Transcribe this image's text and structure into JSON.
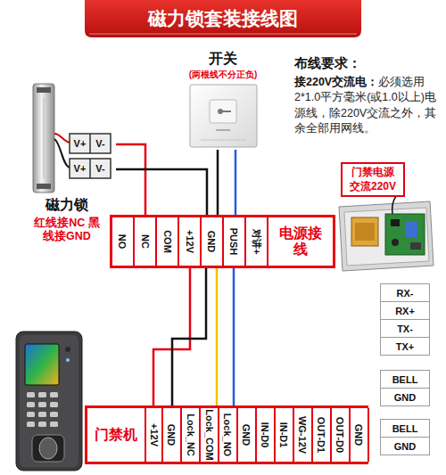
{
  "diagram": {
    "title": "磁力锁套装接线图",
    "nodes": [
      {
        "text": [
          "磁力锁",
          "红线接NC 黑线接GND"
        ]
      },
      {
        "text": [
          "开关",
          "(两根线不分正负)"
        ]
      },
      {
        "text": [
          "门禁电源 交流220V"
        ]
      },
      {
        "text": [
          "电源接线"
        ]
      },
      {
        "text": [
          "NO"
        ],
        "in": 3
      },
      {
        "text": [
          "NC"
        ],
        "in": 3
      },
      {
        "text": [
          "COM"
        ],
        "in": 3
      },
      {
        "text": [
          "+12V"
        ],
        "in": 3
      },
      {
        "text": [
          "GND"
        ],
        "in": 3
      },
      {
        "text": [
          "PUSH"
        ],
        "in": 3
      },
      {
        "text": [
          "对讲+"
        ],
        "in": 3
      },
      {
        "text": [
          "RX-"
        ]
      },
      {
        "text": [
          "RX+"
        ]
      },
      {
        "text": [
          "TX-"
        ]
      },
      {
        "text": [
          "TX+"
        ]
      },
      {
        "text": [
          "BELL"
        ]
      },
      {
        "text": [
          "GND"
        ]
      },
      {
        "text": [
          "BELL"
        ]
      },
      {
        "text": [
          "GND"
        ]
      },
      {
        "text": [
          "门禁机"
        ]
      },
      {
        "text": [
          "+12V"
        ],
        "in": 19
      },
      {
        "text": [
          "GND"
        ],
        "in": 19
      },
      {
        "text": [
          "Lock_NC"
        ],
        "in": 19
      },
      {
        "text": [
          "Lock_COM"
        ],
        "in": 19
      },
      {
        "text": [
          "Lock_NO"
        ],
        "in": 19
      },
      {
        "text": [
          "GND"
        ],
        "in": 19
      },
      {
        "text": [
          "IN-D0"
        ],
        "in": 19
      },
      {
        "text": [
          "IN-D1"
        ],
        "in": 19
      },
      {
        "text": [
          "WG-12V"
        ],
        "in": 19
      },
      {
        "text": [
          "OUT-D1"
        ],
        "in": 19
      },
      {
        "text": [
          "OUT-D0"
        ],
        "in": 19
      },
      {
        "text": [
          "GND"
        ],
        "in": 19
      }
    ],
    "edges": [
      {
        "from": 0,
        "to": 5,
        "arrow": "none"
      },
      {
        "from": 0,
        "to": 8,
        "arrow": "none"
      },
      {
        "from": 1,
        "to": 8,
        "arrow": "none"
      },
      {
        "from": 1,
        "to": 9,
        "arrow": "none"
      },
      {
        "from": 7,
        "to": 20,
        "arrow": "none"
      },
      {
        "from": 8,
        "to": 21,
        "arrow": "none"
      },
      {
        "from": 8,
        "to": 23,
        "arrow": "none"
      },
      {
        "from": 9,
        "to": 24,
        "arrow": "none"
      }
    ],
    "labels": [
      "布线要求：",
      "接220V交流电：",
      "必须选用2*1.0平方毫米(或1.0以上)电源线，除220V交流之外，其余全部用网线。",
      "V+",
      "V-",
      "V+",
      "V-"
    ]
  }
}
